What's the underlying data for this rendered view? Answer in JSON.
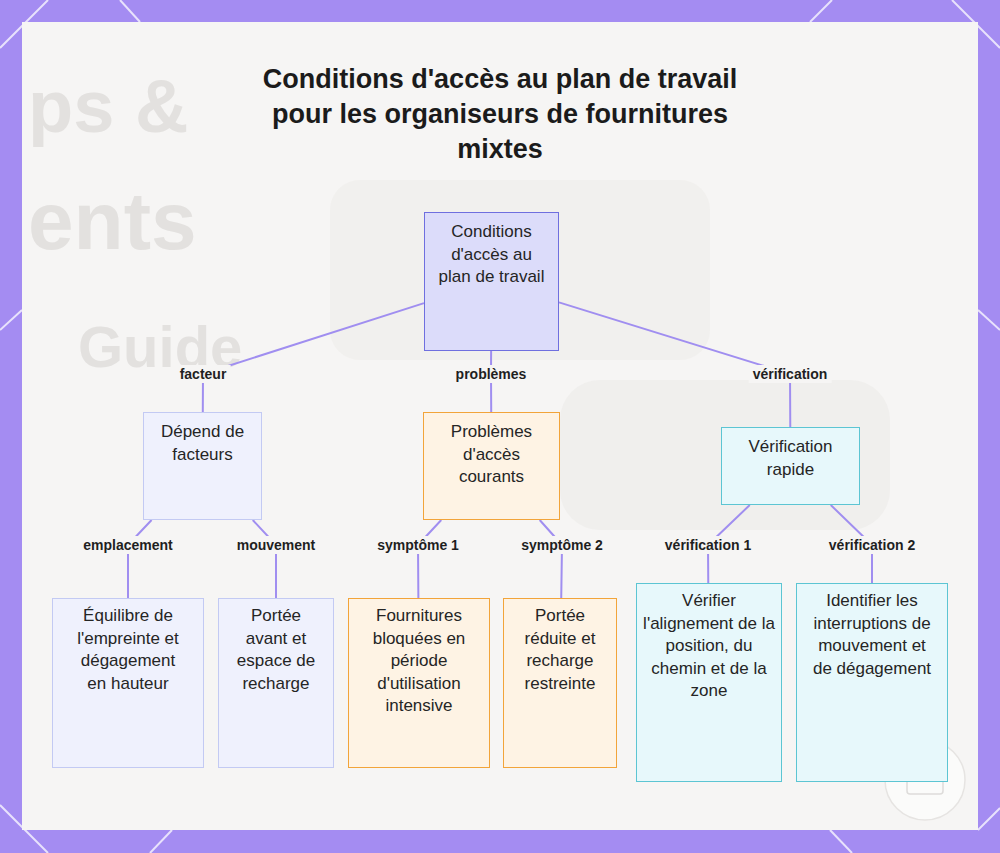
{
  "diagram": {
    "title": "Conditions d'accès au plan de travail pour les organiseurs de fournitures mixtes",
    "nodes": [
      {
        "text": [
          "Conditions d'accès au plan de travail"
        ]
      },
      {
        "text": [
          "Dépend de facteurs"
        ]
      },
      {
        "text": [
          "Problèmes d'accès courants"
        ]
      },
      {
        "text": [
          "Vérification rapide"
        ]
      },
      {
        "text": [
          "Équilibre de l'empreinte et dégagement en hauteur"
        ]
      },
      {
        "text": [
          "Portée avant et espace de recharge"
        ]
      },
      {
        "text": [
          "Fournitures bloquées en période d'utilisation intensive"
        ]
      },
      {
        "text": [
          "Portée réduite et recharge restreinte"
        ]
      },
      {
        "text": [
          "Vérifier l'alignement de la position, du chemin et de la zone"
        ]
      },
      {
        "text": [
          "Identifier les interruptions de mouvement et de dégagement"
        ]
      }
    ],
    "edges": [
      {
        "from": 0,
        "to": 1,
        "arrow": "none",
        "label": "facteur"
      },
      {
        "from": 0,
        "to": 2,
        "arrow": "none",
        "label": "problèmes"
      },
      {
        "from": 0,
        "to": 3,
        "arrow": "none",
        "label": "vérification"
      },
      {
        "from": 1,
        "to": 4,
        "arrow": "none",
        "label": "emplacement"
      },
      {
        "from": 1,
        "to": 5,
        "arrow": "none",
        "label": "mouvement"
      },
      {
        "from": 2,
        "to": 6,
        "arrow": "none",
        "label": "symptôme 1"
      },
      {
        "from": 2,
        "to": 7,
        "arrow": "none",
        "label": "symptôme 2"
      },
      {
        "from": 3,
        "to": 8,
        "arrow": "none",
        "label": "vérification 1"
      },
      {
        "from": 3,
        "to": 9,
        "arrow": "none",
        "label": "vérification 2"
      }
    ],
    "labels": [
      "ps &",
      "ents",
      "Guide"
    ]
  }
}
